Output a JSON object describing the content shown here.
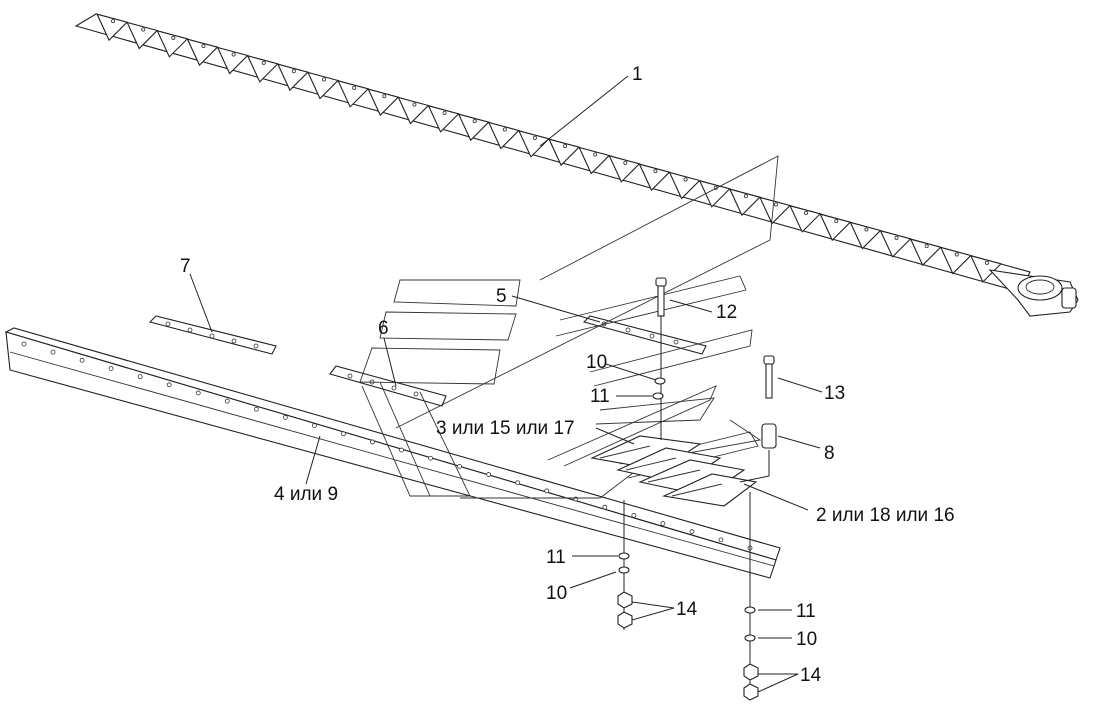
{
  "callouts": {
    "c1": "1",
    "c2": "2 или 18 или 16",
    "c3": "3 или 15 или 17",
    "c4": "4 или 9",
    "c5": "5",
    "c6": "6",
    "c7": "7",
    "c8": "8",
    "c10a": "10",
    "c10b": "10",
    "c10c": "10",
    "c11a": "11",
    "c11b": "11",
    "c11c": "11",
    "c12": "12",
    "c13": "13",
    "c14a": "14",
    "c14b": "14"
  }
}
